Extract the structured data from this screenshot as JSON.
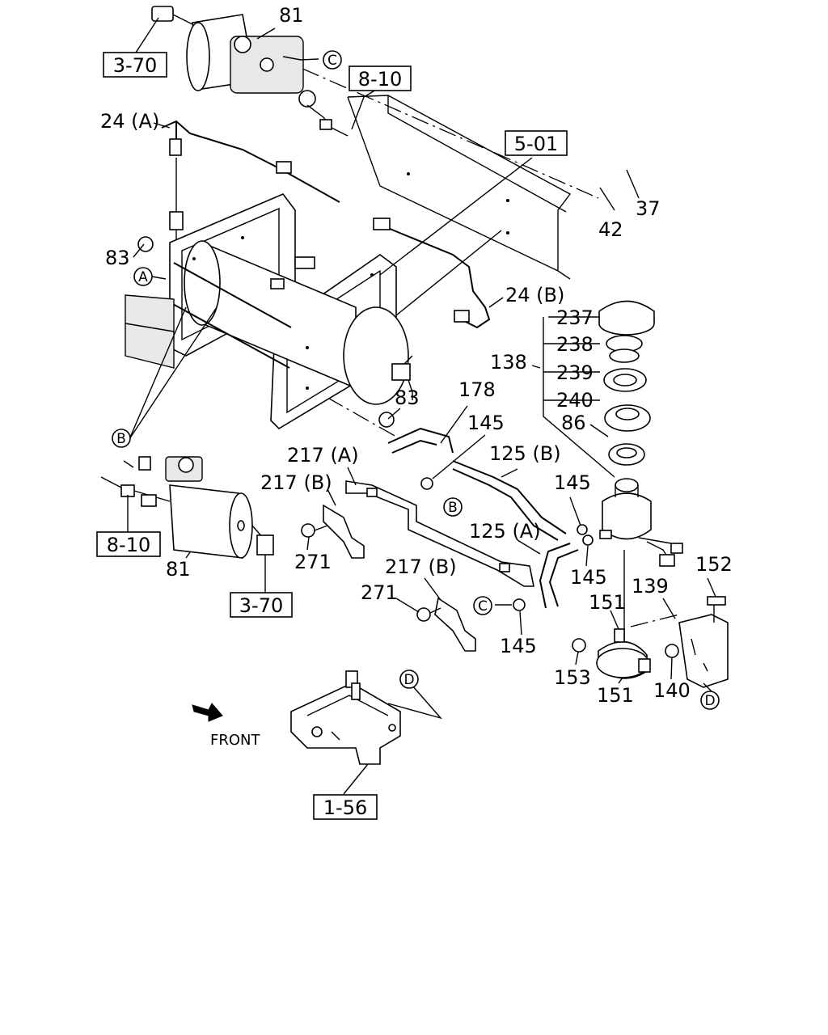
{
  "labels": {
    "l81_top": "81",
    "l24a": "24 (A)",
    "l83_left": "83",
    "l42": "42",
    "l37": "37",
    "l24b": "24 (B)",
    "l237": "237",
    "l238": "238",
    "l138": "138",
    "l239": "239",
    "l240": "240",
    "l86": "86",
    "l83_mid": "83",
    "l178": "178",
    "l145_a": "145",
    "l217a": "217 (A)",
    "l125b": "125 (B)",
    "l217b_a": "217 (B)",
    "l145_b": "145",
    "l125a": "125 (A)",
    "l271_a": "271",
    "l145_c": "145",
    "l152": "152",
    "l81_bottom": "81",
    "l217b_b": "217 (B)",
    "l139": "139",
    "l151_a": "151",
    "l271_b": "271",
    "l145_d": "145",
    "l153": "153",
    "l140": "140",
    "l151_b": "151"
  },
  "refs": {
    "r370_top": "3-70",
    "r810_top": "8-10",
    "r501": "5-01",
    "r810_bottom": "8-10",
    "r370_bottom": "3-70",
    "r156": "1-56"
  },
  "circles": {
    "cC_top": "C",
    "cA": "A",
    "cB_left": "B",
    "cB_mid": "B",
    "cC_mid": "C",
    "cD_mid": "D",
    "cD_right": "D"
  },
  "front_label": "FRONT"
}
